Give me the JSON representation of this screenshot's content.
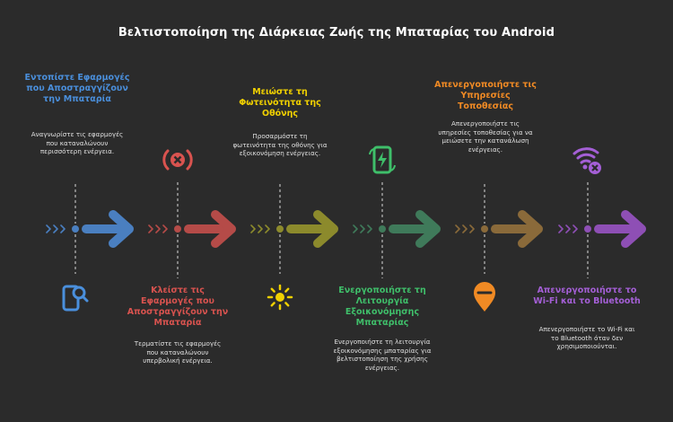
{
  "title": "Βελτιστοποίηση της Διάρκειας Ζωής της Μπαταρίας του Android",
  "steps": [
    {
      "title": "Εντοπίστε Εφαρμογές που Αποστραγγίζουν την Μπαταρία",
      "description": "Αναγνωρίστε τις εφαρμογές που καταναλώνουν περισσότερη ενέργεια.",
      "color": "#4a8fdc",
      "icon": "search-phone-icon"
    },
    {
      "title": "Κλείστε τις Εφαρμογές που Αποστραγγίζουν την Μπαταρία",
      "description": "Τερματίστε τις εφαρμογές που καταναλώνουν υπερβολική ενέργεια.",
      "color": "#d9534f",
      "icon": "close-app-icon"
    },
    {
      "title": "Μειώστε τη Φωτεινότητα της Οθόνης",
      "description": "Προσαρμόστε τη φωτεινότητα της οθόνης για εξοικονόμηση ενέργειας.",
      "color": "#f0d000",
      "icon": "brightness-icon"
    },
    {
      "title": "Ενεργοποιήστε τη Λειτουργία Εξοικονόμησης Μπαταρίας",
      "description": "Ενεργοποιήστε τη λειτουργία εξοικονόμησης μπαταρίας για βελτιστοποίηση της χρήσης ενέργειας.",
      "color": "#3fbf6a",
      "icon": "battery-saver-icon"
    },
    {
      "title": "Απενεργοποιήστε τις Υπηρεσίες Τοποθεσίας",
      "description": "Απενεργοποιήστε τις υπηρεσίες τοποθεσίας για να μειώσετε την κατανάλωση ενέργειας.",
      "color": "#f08a24",
      "icon": "location-off-icon"
    },
    {
      "title": "Απενεργοποιήστε το Wi-Fi και το Bluetooth",
      "description": "Απενεργοποιήστε το Wi-Fi και το Bluetooth όταν δεν χρησιμοποιούνται.",
      "color": "#a45fd6",
      "icon": "wifi-off-icon"
    }
  ],
  "arrow_colors": [
    "#4a7fc0",
    "#b54b48",
    "#8c8a2c",
    "#3f7a5a",
    "#8a6a3a",
    "#8e4fb5"
  ]
}
